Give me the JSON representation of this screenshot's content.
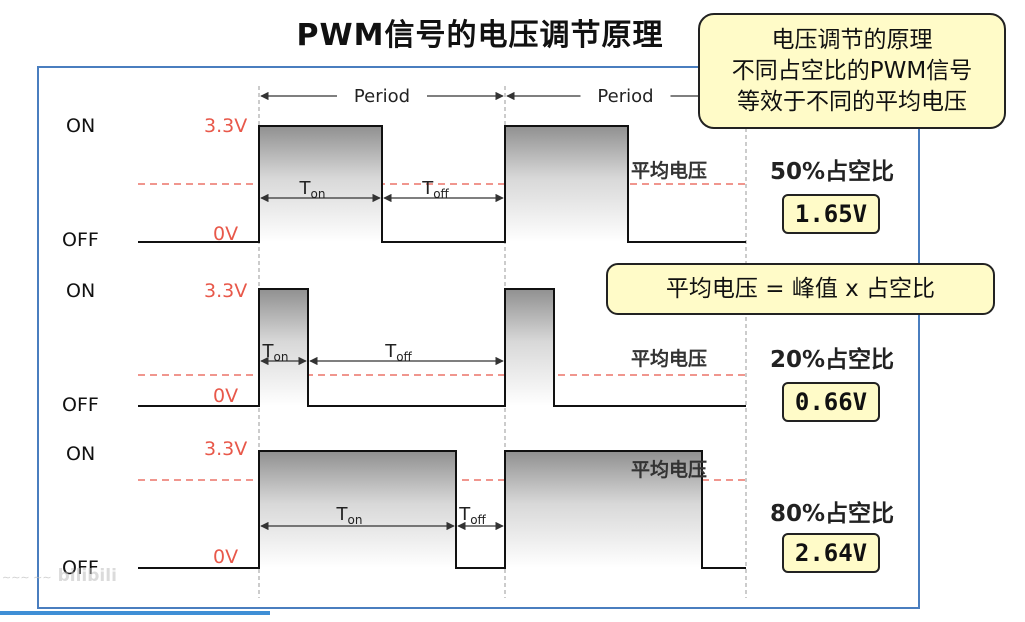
{
  "title": "PWM信号的电压调节原理",
  "callout": {
    "line1": "电压调节的原理",
    "line2": "不同占空比的PWM信号",
    "line3": "等效于不同的平均电压"
  },
  "formula": "平均电压 = 峰值 x 占空比",
  "period_label": "Period",
  "on_label": "ON",
  "off_label": "OFF",
  "high_voltage": "3.3V",
  "low_voltage": "0V",
  "avg_label": "平均电压",
  "t_on": "T",
  "t_on_sub": "on",
  "t_off": "T",
  "t_off_sub": "off",
  "waveforms": [
    {
      "duty_label": "50%占空比",
      "duty": 0.5,
      "avg_value": "1.65V"
    },
    {
      "duty_label": "20%占空比",
      "duty": 0.2,
      "avg_value": "0.66V"
    },
    {
      "duty_label": "80%占空比",
      "duty": 0.8,
      "avg_value": "2.64V"
    }
  ],
  "watermark": "bilibili",
  "colors": {
    "high": "#e8584a",
    "frame": "#4a7ebf",
    "highlight": "#fffbc8"
  }
}
